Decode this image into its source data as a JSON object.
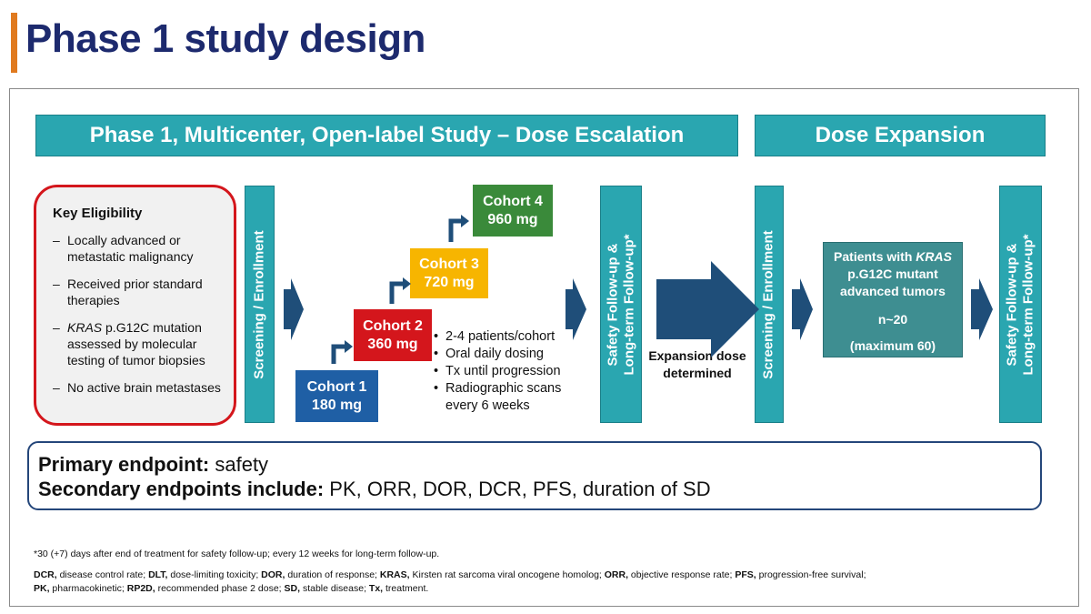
{
  "title": "Phase 1 study design",
  "bands": {
    "escalation": "Phase 1, Multicenter, Open-label Study – Dose Escalation",
    "expansion": "Dose Expansion"
  },
  "eligibility": {
    "title": "Key Eligibility",
    "dash": "–",
    "items": [
      "Locally advanced or metastatic malignancy",
      "Received prior standard therapies",
      "KRAS p.G12C mutation assessed by molecular testing of tumor biopsies",
      "No active brain metastases"
    ]
  },
  "screening_label": "Screening / Enrollment",
  "safety_label_1": "Safety Follow-up &",
  "safety_label_2": "Long-term Follow-up*",
  "cohorts": [
    {
      "name": "Cohort 1",
      "dose": "180 mg",
      "color": "#1f5fa5"
    },
    {
      "name": "Cohort 2",
      "dose": "360 mg",
      "color": "#d4161c"
    },
    {
      "name": "Cohort 3",
      "dose": "720 mg",
      "color": "#f7b500"
    },
    {
      "name": "Cohort 4",
      "dose": "960 mg",
      "color": "#3a8a3a"
    }
  ],
  "cohort_bullets": {
    "bullet": "•",
    "items": [
      "2-4 patients/cohort",
      "Oral daily dosing",
      "Tx until progression",
      "Radiographic scans every 6 weeks"
    ]
  },
  "expansion_dose_label": "Expansion dose determined",
  "patients_box": {
    "line1": "Patients with ",
    "line1_italic": "KRAS",
    "line2": "p.G12C mutant",
    "line3": "advanced tumors",
    "n": "n~20",
    "max": "(maximum 60)"
  },
  "endpoints": {
    "primary_label": "Primary endpoint:",
    "primary_value": " safety",
    "secondary_label": "Secondary endpoints include:",
    "secondary_value": " PK, ORR, DOR, DCR, PFS, duration of SD"
  },
  "footnote": "*30 (+7) days after end of treatment for safety follow-up; every 12 weeks for long-term follow-up.",
  "abbreviations": [
    {
      "term": "DCR,",
      "def": " disease control rate; "
    },
    {
      "term": "DLT,",
      "def": " dose-limiting toxicity; "
    },
    {
      "term": "DOR,",
      "def": " duration of response; "
    },
    {
      "term": "KRAS,",
      "def": " Kirsten rat sarcoma viral oncogene homolog; "
    },
    {
      "term": "ORR,",
      "def": " objective response rate; "
    },
    {
      "term": "PFS,",
      "def": " progression-free survival; "
    },
    {
      "term": "PK,",
      "def": " pharmacokinetic; "
    },
    {
      "term": "RP2D,",
      "def": " recommended phase 2 dose; "
    },
    {
      "term": "SD,",
      "def": " stable disease; "
    },
    {
      "term": "Tx,",
      "def": " treatment."
    }
  ],
  "colors": {
    "title": "#1d2a6e",
    "accent": "#e07a1f",
    "teal": "#2aa6b0",
    "arrow": "#1f4e79",
    "border_red": "#d4161c"
  }
}
